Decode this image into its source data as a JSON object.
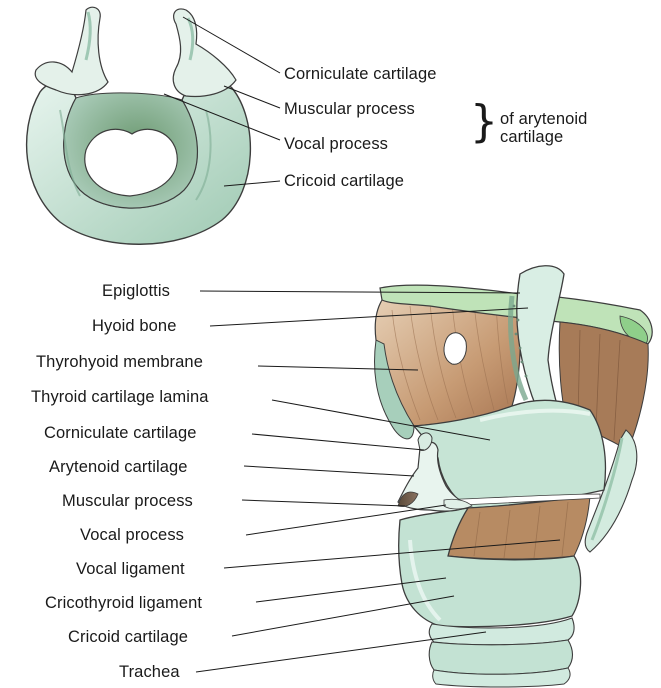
{
  "top_labels": {
    "corniculate": "Corniculate cartilage",
    "muscular": "Muscular process",
    "vocal": "Vocal process",
    "cricoid": "Cricoid cartilage",
    "of_arytenoid": "of arytenoid",
    "cartilage": "cartilage",
    "brace": "}"
  },
  "bottom_labels": {
    "epiglottis": "Epiglottis",
    "hyoid": "Hyoid bone",
    "thyrohyoid": "Thyrohyoid membrane",
    "thyroid_lamina": "Thyroid cartilage lamina",
    "corniculate": "Corniculate cartilage",
    "arytenoid": "Arytenoid cartilage",
    "muscular": "Muscular process",
    "vocal_process": "Vocal process",
    "vocal_ligament": "Vocal ligament",
    "cricothyroid": "Cricothyroid ligament",
    "cricoid": "Cricoid cartilage",
    "trachea": "Trachea"
  },
  "colors": {
    "cartilage_fill": "#d6ece2",
    "cartilage_shade": "#9fc8b4",
    "green_edge": "#7cc07a",
    "membrane": "#c9a27e",
    "outline": "#3d3d3d"
  }
}
